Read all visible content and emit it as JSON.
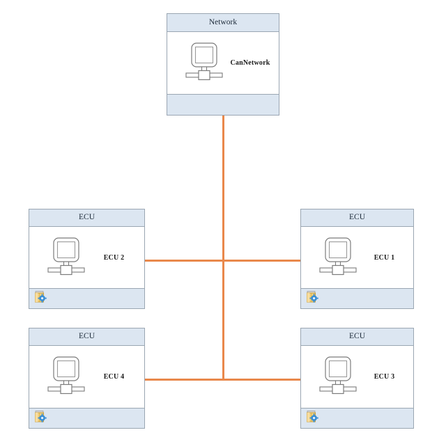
{
  "diagram": {
    "background_color": "#ffffff",
    "connector_color": "#e9884b",
    "header_color": "#dce6f1",
    "border_color": "#9aa6b2",
    "nodes": [
      {
        "id": "network",
        "header": "Network",
        "label": "CanNetwork",
        "icon": "computer-icon",
        "footer_icon": null
      },
      {
        "id": "ecu2",
        "header": "ECU",
        "label": "ECU 2",
        "icon": "computer-icon",
        "footer_icon": "package-settings-icon"
      },
      {
        "id": "ecu1",
        "header": "ECU",
        "label": "ECU 1",
        "icon": "computer-icon",
        "footer_icon": "package-settings-icon"
      },
      {
        "id": "ecu4",
        "header": "ECU",
        "label": "ECU 4",
        "icon": "computer-icon",
        "footer_icon": "package-settings-icon"
      },
      {
        "id": "ecu3",
        "header": "ECU",
        "label": "ECU 3",
        "icon": "computer-icon",
        "footer_icon": "package-settings-icon"
      }
    ]
  }
}
